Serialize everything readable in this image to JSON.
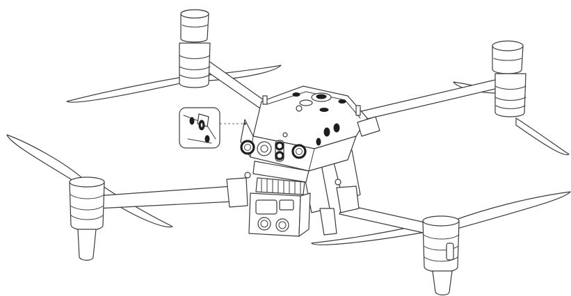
{
  "figure": {
    "subject": "drone-line-drawing",
    "colors": {
      "line": "#3a3a3a",
      "highlight": "#1e1e1e",
      "fill": "#ffffff"
    },
    "highlighted_parts": [
      "front-sensor-ring",
      "vision-sensor-ring",
      "side-sensor-ring"
    ],
    "callout": "inset-detail-sensor"
  }
}
